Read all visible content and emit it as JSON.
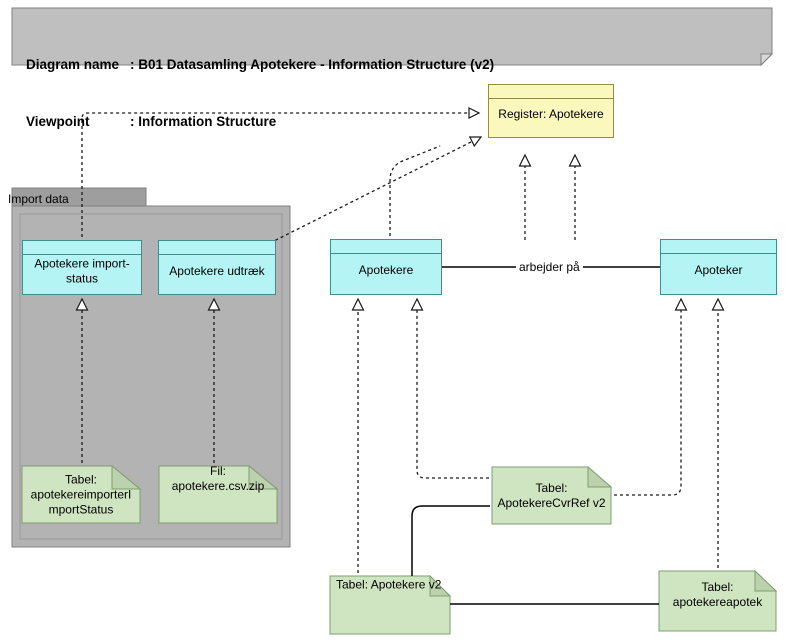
{
  "title_block": {
    "name": "title-header",
    "rows": [
      {
        "label": "Diagram name",
        "sep": ": ",
        "value": "B01 Datasamling Apotekere - Information Structure (v2)"
      },
      {
        "label": "Viewpoint",
        "sep": ": ",
        "value": "Information Structure"
      }
    ]
  },
  "package": {
    "label": "Import data"
  },
  "nodes": {
    "register": {
      "label": "Register: Apotekere",
      "kind": "data-object",
      "color": "#fbf8bd"
    },
    "apotekere_importstatus": {
      "label": "Apotekere import-\nstatus",
      "kind": "data-object",
      "color": "#b4f4f4"
    },
    "apotekere_udtraek": {
      "label": "Apotekere udtræk",
      "kind": "data-object",
      "color": "#b4f4f4"
    },
    "apotekere": {
      "label": "Apotekere",
      "kind": "data-object",
      "color": "#b4f4f4"
    },
    "apoteker": {
      "label": "Apoteker",
      "kind": "data-object",
      "color": "#b4f4f4"
    }
  },
  "notes": {
    "tabel_importstatus": {
      "label": "Tabel:\napotekereimporterI\nmportStatus",
      "color": "#cfe4c0"
    },
    "fil_csv_zip": {
      "label": "Fil: apotekere.csv.zip",
      "color": "#cfe4c0"
    },
    "tabel_cvrref": {
      "label": "Tabel:\nApotekereCvrRef v2",
      "color": "#cfe4c0"
    },
    "tabel_apotekere_v2": {
      "label": "Tabel: Apotekere v2",
      "color": "#cfe4c0"
    },
    "tabel_apotekereapotek": {
      "label": "Tabel:\napotekereapotek",
      "color": "#cfe4c0"
    }
  },
  "edges": {
    "arbejder_paa": {
      "label": "arbejder på"
    }
  },
  "colors": {
    "title_fill": "#bfbfbf",
    "package_fill": "#b3b3b3",
    "package_tab_fill": "#9e9e9e",
    "cyan": "#b4f4f4",
    "yellow": "#fbf8bd",
    "green": "#cfe4c0",
    "line": "#000000"
  }
}
